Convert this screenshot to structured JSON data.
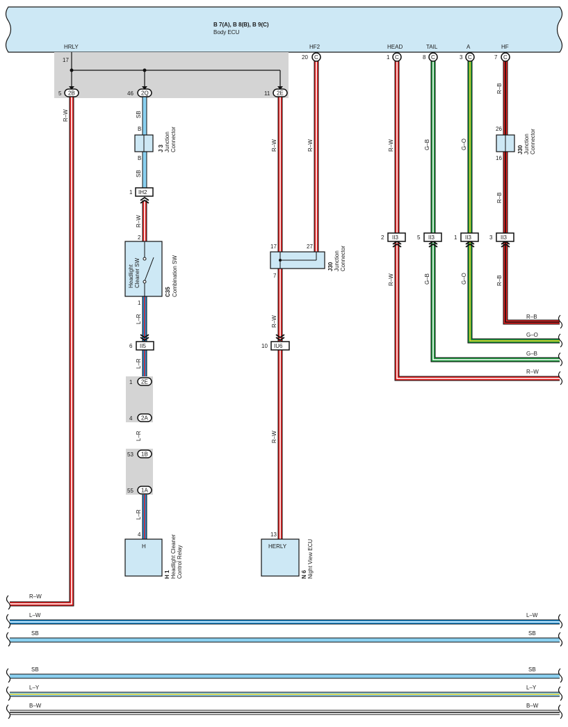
{
  "ecu": {
    "title": "B 7(A), B 8(B), B 9(C)",
    "subtitle": "Body ECU",
    "terminals": {
      "hrly": "HRLY",
      "hf2": "HF2",
      "head": "HEAD",
      "tail": "TAIL",
      "a": "A",
      "hf": "HF"
    },
    "pins": {
      "hrly": "17",
      "hf2": "20",
      "head": "1",
      "tail": "8",
      "a": "3",
      "hf": "7"
    },
    "conn_c": "C"
  },
  "joints": {
    "p5": "5",
    "c2b": "2B",
    "p46": "46",
    "c2q": "2Q",
    "p11": "11",
    "c2e": "2E"
  },
  "wires": {
    "rw": "R–W",
    "sb": "SB",
    "lr": "L–R",
    "go": "G–O",
    "gb": "G–B",
    "rb": "R–B",
    "lw": "L–W",
    "ly": "L–Y",
    "bw": "B–W"
  },
  "j3": {
    "id": "J 3",
    "name": "Junction",
    "name2": "Connector",
    "pin_top": "B",
    "pin_bot": "B"
  },
  "ih2": {
    "pin": "1",
    "name": "IH2"
  },
  "c35": {
    "id": "C35",
    "name": "Combination SW",
    "sw1": "Headlight",
    "sw2": "Cleaner SW",
    "pin_in": "2",
    "pin_out": "1"
  },
  "ii5": {
    "pin": "6",
    "name": "II5"
  },
  "jb1": {
    "pin1": "1",
    "c2e": "2E",
    "pin2": "4",
    "c2a": "2A"
  },
  "jb2": {
    "pin1": "53",
    "c1b": "1B",
    "pin2": "55",
    "c1a": "1A"
  },
  "h1": {
    "id": "H 1",
    "name1": "Headlight Cleaner",
    "name2": "Control Relay",
    "pin": "4",
    "label": "H"
  },
  "j30a": {
    "id": "J30",
    "name": "Junction",
    "name2": "Connector",
    "pin_a": "17",
    "pin_b": "27",
    "pin_c": "7"
  },
  "iu6": {
    "pin": "10",
    "name": "IU6"
  },
  "n6": {
    "id": "N 6",
    "name": "Night View ECU",
    "pin": "13",
    "label": "HERLY"
  },
  "ii3": {
    "name": "II3",
    "p_head": "2",
    "p_tail": "5",
    "p_a": "1",
    "p_hf": "3"
  },
  "j30b": {
    "id": "J30",
    "name": "Junction",
    "name2": "Connector",
    "pin_top": "26",
    "pin_bot": "16"
  },
  "bus": {
    "right": {
      "rb": "R–B",
      "go": "G–O",
      "gb": "G–B",
      "rw": "R–W"
    },
    "bottom": {
      "rw": "R–W",
      "lw": "L–W",
      "sb": "SB",
      "sb2": "SB",
      "ly": "L–Y",
      "bw": "B–W"
    }
  },
  "colors": {
    "ecu_fill": "#cde8f5",
    "gray_band": "#d4d4d4",
    "red": "#e32222",
    "blue": "#1a8fd6",
    "sky": "#8ad0f0",
    "green": "#1f9a3f",
    "yellow": "#f3d726",
    "black": "#111111"
  }
}
